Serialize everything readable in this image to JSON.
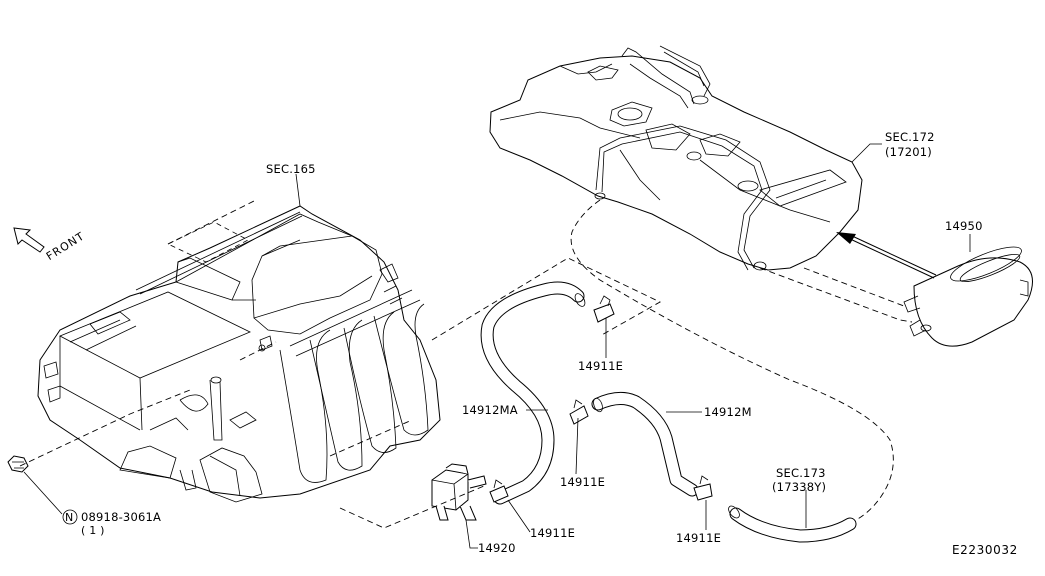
{
  "labels": {
    "sec165": "SEC.165",
    "sec172": "SEC.172",
    "sec172_ref": "(17201)",
    "sec173": "SEC.173",
    "sec173_ref": "(17338Y)",
    "front": "FRONT",
    "p14950": "14950",
    "p14911e_a": "14911E",
    "p14911e_b": "14911E",
    "p14911e_c": "14911E",
    "p14911e_d": "14911E",
    "p14912ma": "14912MA",
    "p14912m": "14912M",
    "p14920": "14920",
    "bolt_symbol": "N",
    "bolt_part": "08918-3061A",
    "bolt_qty": "( 1 )",
    "diagram_code": "E2230032"
  }
}
